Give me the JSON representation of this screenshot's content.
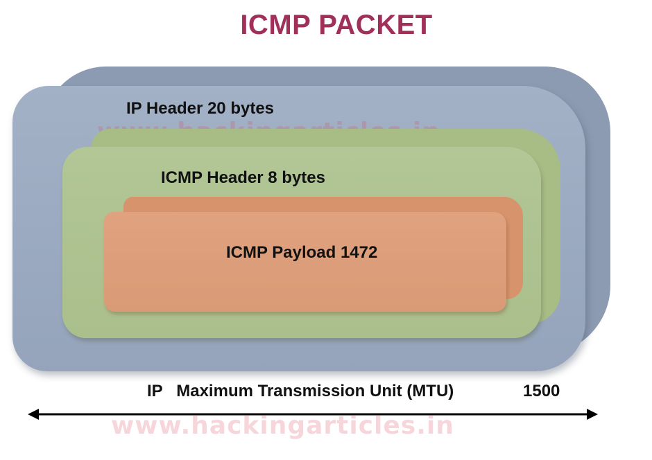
{
  "title": "ICMP PACKET",
  "layers": {
    "ip_header": "IP Header 20 bytes",
    "icmp_header": "ICMP Header 8 bytes",
    "icmp_payload": "ICMP Payload 1472"
  },
  "mtu": {
    "label": "IP   Maximum Transmission Unit (MTU)",
    "value": "1500"
  },
  "watermark": "www.hackingarticles.in",
  "colors": {
    "title": "#a0305a",
    "ip_layer": "#9aa9c0",
    "icmp_header_layer": "#aabf8c",
    "payload_layer": "#d99a76"
  }
}
